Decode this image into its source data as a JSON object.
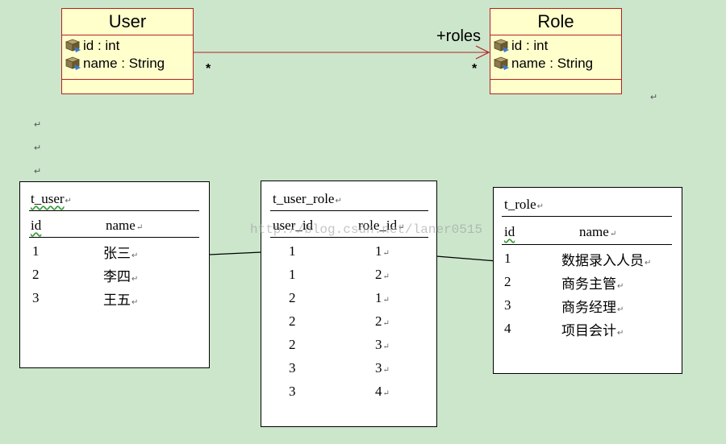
{
  "uml": {
    "user": {
      "name": "User",
      "attributes": [
        "id : int",
        "name : String"
      ]
    },
    "role": {
      "name": "Role",
      "attributes": [
        "id : int",
        "name : String"
      ]
    },
    "association": {
      "label": "+roles",
      "mult_user": "*",
      "mult_role": "*"
    }
  },
  "para_mark": "↵",
  "watermark": "http://blog.csdn.net/laner0515",
  "tables": {
    "t_user": {
      "name": "t_user",
      "columns": [
        "id",
        "name"
      ],
      "rows": [
        [
          "1",
          "张三"
        ],
        [
          "2",
          "李四"
        ],
        [
          "3",
          "王五"
        ]
      ]
    },
    "t_user_role": {
      "name": "t_user_role",
      "columns": [
        "user_id",
        "role_id"
      ],
      "rows": [
        [
          "1",
          "1"
        ],
        [
          "1",
          "2"
        ],
        [
          "2",
          "1"
        ],
        [
          "2",
          "2"
        ],
        [
          "2",
          "3"
        ],
        [
          "3",
          "3"
        ],
        [
          "3",
          "4"
        ]
      ]
    },
    "t_role": {
      "name": "t_role",
      "columns": [
        "id",
        "name"
      ],
      "rows": [
        [
          "1",
          "数据录入人员"
        ],
        [
          "2",
          "商务主管"
        ],
        [
          "3",
          "商务经理"
        ],
        [
          "4",
          "项目会计"
        ]
      ]
    }
  },
  "colors": {
    "background": "#cce6cc",
    "uml_fill": "#ffffcc",
    "uml_border": "#b22222"
  }
}
